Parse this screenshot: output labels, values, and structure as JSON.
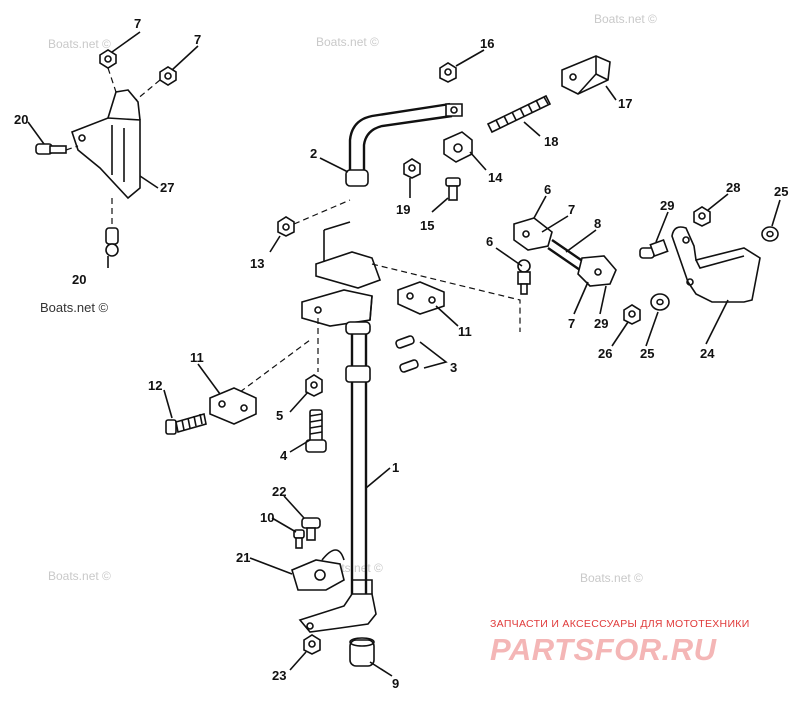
{
  "watermarks": {
    "site": "Boats.net ©"
  },
  "branding": {
    "tagline": "ЗАПЧАСТИ И АКСЕССУАРЫ ДЛЯ МОТОТЕХНИКИ",
    "logo": "PARTSFOR.RU"
  },
  "callouts": [
    {
      "id": "c7a",
      "label": "7"
    },
    {
      "id": "c7b",
      "label": "7"
    },
    {
      "id": "c20a",
      "label": "20"
    },
    {
      "id": "c20b",
      "label": "20"
    },
    {
      "id": "c27",
      "label": "27"
    },
    {
      "id": "c16",
      "label": "16"
    },
    {
      "id": "c17",
      "label": "17"
    },
    {
      "id": "c18",
      "label": "18"
    },
    {
      "id": "c2",
      "label": "2"
    },
    {
      "id": "c14",
      "label": "14"
    },
    {
      "id": "c19",
      "label": "19"
    },
    {
      "id": "c15",
      "label": "15"
    },
    {
      "id": "c13",
      "label": "13"
    },
    {
      "id": "c6a",
      "label": "6"
    },
    {
      "id": "c7c",
      "label": "7"
    },
    {
      "id": "c8",
      "label": "8"
    },
    {
      "id": "c6b",
      "label": "6"
    },
    {
      "id": "c29a",
      "label": "29"
    },
    {
      "id": "c28",
      "label": "28"
    },
    {
      "id": "c25a",
      "label": "25"
    },
    {
      "id": "c7d",
      "label": "7"
    },
    {
      "id": "c29b",
      "label": "29"
    },
    {
      "id": "c26",
      "label": "26"
    },
    {
      "id": "c25b",
      "label": "25"
    },
    {
      "id": "c24",
      "label": "24"
    },
    {
      "id": "c11a",
      "label": "11"
    },
    {
      "id": "c3",
      "label": "3"
    },
    {
      "id": "c11b",
      "label": "11"
    },
    {
      "id": "c12",
      "label": "12"
    },
    {
      "id": "c5",
      "label": "5"
    },
    {
      "id": "c4",
      "label": "4"
    },
    {
      "id": "c1",
      "label": "1"
    },
    {
      "id": "c22",
      "label": "22"
    },
    {
      "id": "c10",
      "label": "10"
    },
    {
      "id": "c21",
      "label": "21"
    },
    {
      "id": "c23",
      "label": "23"
    },
    {
      "id": "c9",
      "label": "9"
    }
  ]
}
